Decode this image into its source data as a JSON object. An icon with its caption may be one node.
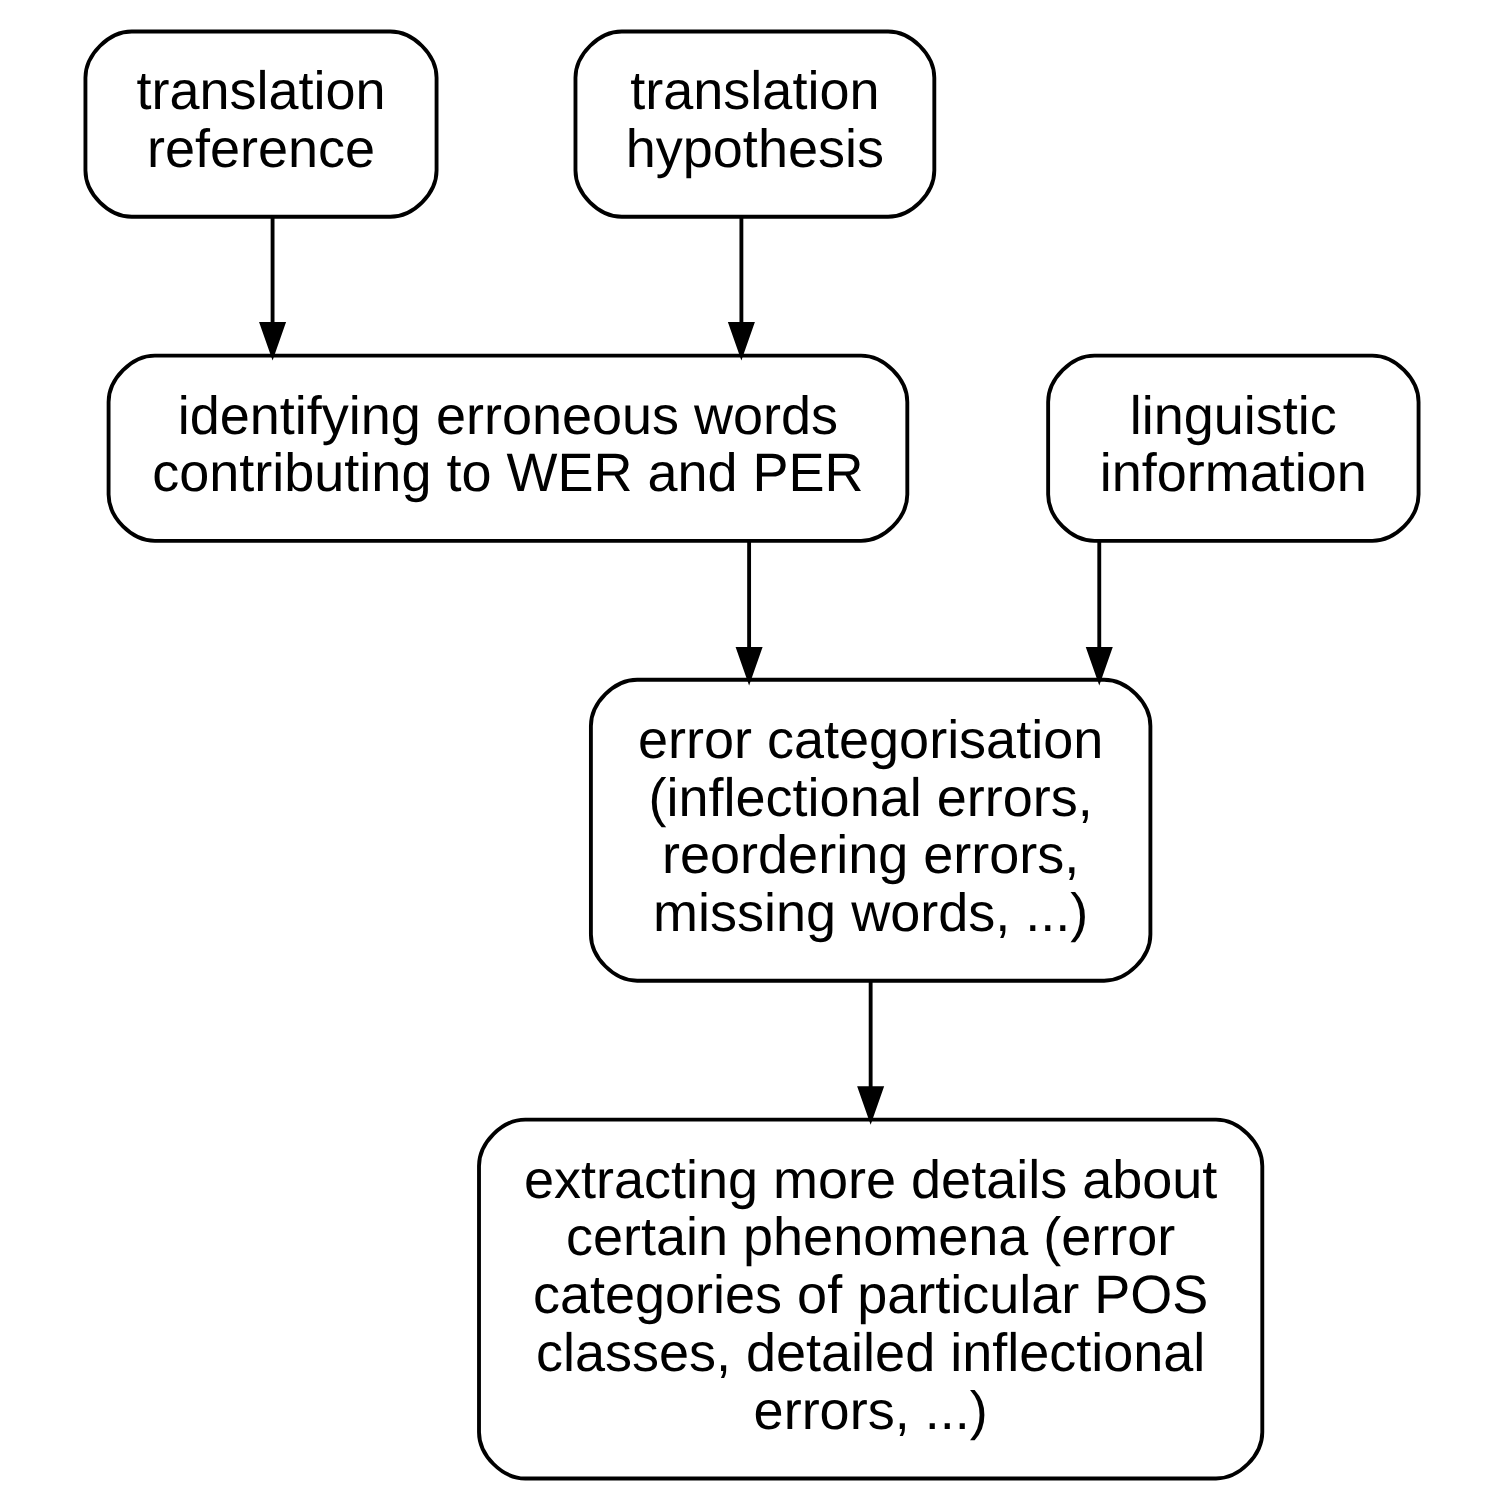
{
  "diagram": {
    "nodes": [
      {
        "text": [
          "translation reference"
        ]
      },
      {
        "text": [
          "translation hypothesis"
        ]
      },
      {
        "text": [
          "identifying erroneous words contributing to WER and PER"
        ]
      },
      {
        "text": [
          "linguistic information"
        ]
      },
      {
        "text": [
          "error categorisation (inflectional errors, reordering errors, missing words, ...)"
        ]
      },
      {
        "text": [
          "extracting more details about certain phenomena (error categories of particular POS classes, detailed inflectional errors, ...)"
        ]
      }
    ],
    "edges": [
      {
        "from": 0,
        "to": 2,
        "arrow": "to"
      },
      {
        "from": 1,
        "to": 2,
        "arrow": "to"
      },
      {
        "from": 2,
        "to": 4,
        "arrow": "to"
      },
      {
        "from": 3,
        "to": 4,
        "arrow": "to"
      },
      {
        "from": 4,
        "to": 5,
        "arrow": "to"
      }
    ]
  }
}
